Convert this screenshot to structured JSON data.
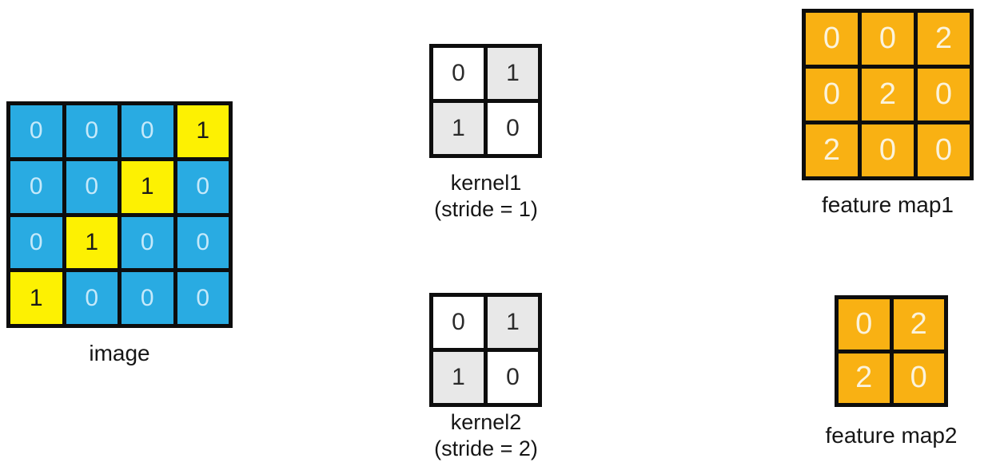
{
  "colors": {
    "blue": "#29abe2",
    "yellow": "#fdf102",
    "orange": "#f9b113",
    "gray": "#e8e8e8",
    "white": "#ffffff",
    "grid_border": "#0d0d0d",
    "text_on_blue": "#c5e9fa",
    "text_on_yellow": "#1a1a1a",
    "text_on_orange": "#fbf3dc",
    "text_on_kernel": "#2b2b2b"
  },
  "text_color_map": {
    "blue": "text_on_blue",
    "yellow": "text_on_yellow",
    "orange": "text_on_orange",
    "white": "text_on_kernel",
    "gray": "text_on_kernel"
  },
  "figures": {
    "image": {
      "label": "image",
      "rows": [
        [
          "0",
          "0",
          "0",
          "1"
        ],
        [
          "0",
          "0",
          "1",
          "0"
        ],
        [
          "0",
          "1",
          "0",
          "0"
        ],
        [
          "1",
          "0",
          "0",
          "0"
        ]
      ],
      "cell_colors": [
        [
          "blue",
          "blue",
          "blue",
          "yellow"
        ],
        [
          "blue",
          "blue",
          "yellow",
          "blue"
        ],
        [
          "blue",
          "yellow",
          "blue",
          "blue"
        ],
        [
          "yellow",
          "blue",
          "blue",
          "blue"
        ]
      ]
    },
    "kernel1": {
      "label": "kernel1",
      "sublabel": "(stride = 1)",
      "rows": [
        [
          "0",
          "1"
        ],
        [
          "1",
          "0"
        ]
      ],
      "cell_colors": [
        [
          "white",
          "gray"
        ],
        [
          "gray",
          "white"
        ]
      ]
    },
    "kernel2": {
      "label": "kernel2",
      "sublabel": "(stride = 2)",
      "rows": [
        [
          "0",
          "1"
        ],
        [
          "1",
          "0"
        ]
      ],
      "cell_colors": [
        [
          "white",
          "gray"
        ],
        [
          "gray",
          "white"
        ]
      ]
    },
    "feature_map1": {
      "label": "feature map1",
      "rows": [
        [
          "0",
          "0",
          "2"
        ],
        [
          "0",
          "2",
          "0"
        ],
        [
          "2",
          "0",
          "0"
        ]
      ],
      "cell_colors": [
        [
          "orange",
          "orange",
          "orange"
        ],
        [
          "orange",
          "orange",
          "orange"
        ],
        [
          "orange",
          "orange",
          "orange"
        ]
      ]
    },
    "feature_map2": {
      "label": "feature map2",
      "rows": [
        [
          "0",
          "2"
        ],
        [
          "2",
          "0"
        ]
      ],
      "cell_colors": [
        [
          "orange",
          "orange"
        ],
        [
          "orange",
          "orange"
        ]
      ]
    }
  }
}
